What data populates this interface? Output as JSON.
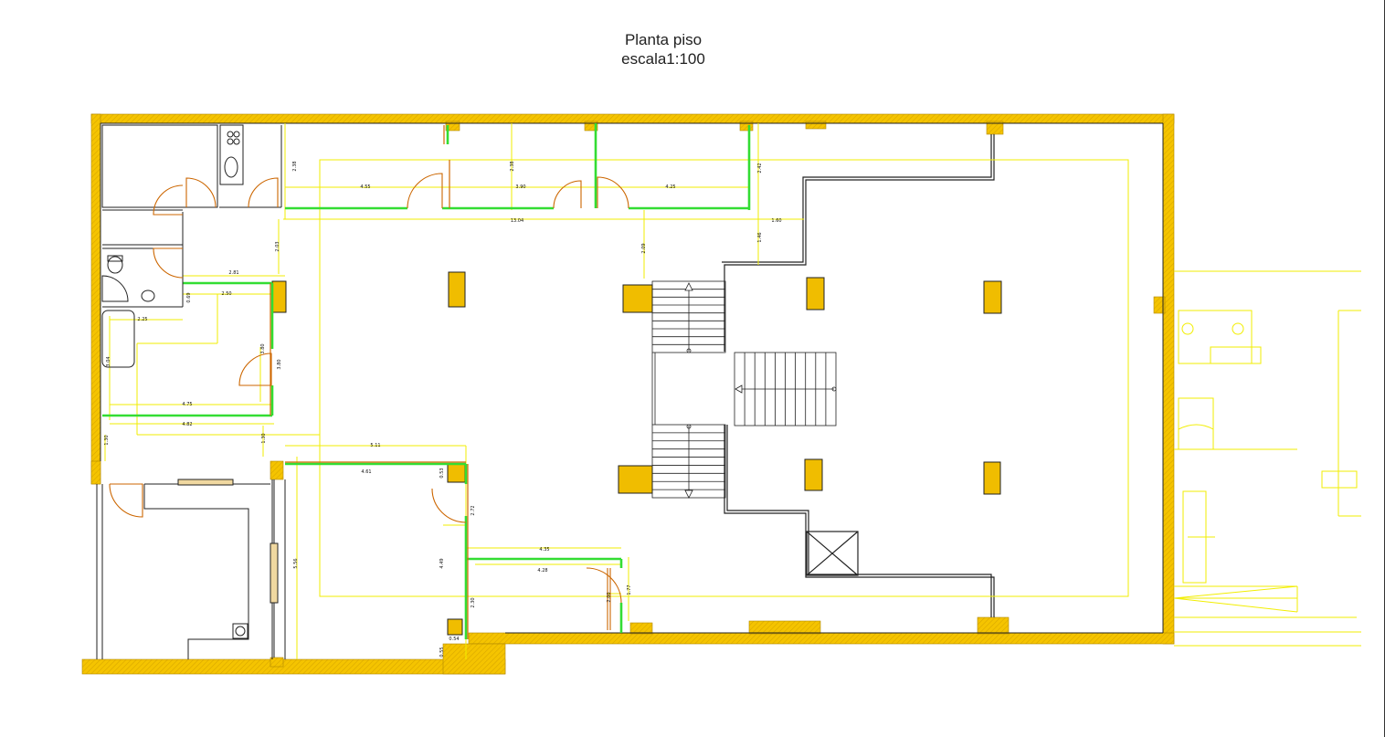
{
  "title": {
    "line1": "Planta piso",
    "line2": "escala1:100"
  },
  "dimensions": {
    "d_238_a": "2.38",
    "d_455": "4.55",
    "d_238_b": "2.38",
    "d_390": "3.90",
    "d_425": "4.25",
    "d_242": "2.42",
    "d_1304": "13.04",
    "d_160": "1.60",
    "d_146": "1.46",
    "d_203": "2.03",
    "d_209": "2.09",
    "d_281": "2.81",
    "d_069": "0.69",
    "d_250": "2.50",
    "d_225": "2.25",
    "d_304": "3.04",
    "d_380": "3.80",
    "d_380b": "3.80",
    "d_475": "4.75",
    "d_482": "4.82",
    "d_130a": "1.30",
    "d_130b": "1.30",
    "d_511": "5.11",
    "d_461": "4.61",
    "d_053": "0.53",
    "d_272": "2.72",
    "d_556": "5.56",
    "d_449": "4.49",
    "d_435": "4.35",
    "d_428": "4.28",
    "d_177": "1.77",
    "d_200": "2.00",
    "d_230": "2.30",
    "d_054": "0.54",
    "d_055": "0.55"
  },
  "colors": {
    "wall_fill": "#f5c400",
    "wall_hatch": "#d9a800",
    "partition_green": "#33dd33",
    "guide_yellow": "#f2ee00",
    "door_orange": "#cc6600",
    "column_fill": "#e8b400",
    "line_dark": "#222222"
  }
}
